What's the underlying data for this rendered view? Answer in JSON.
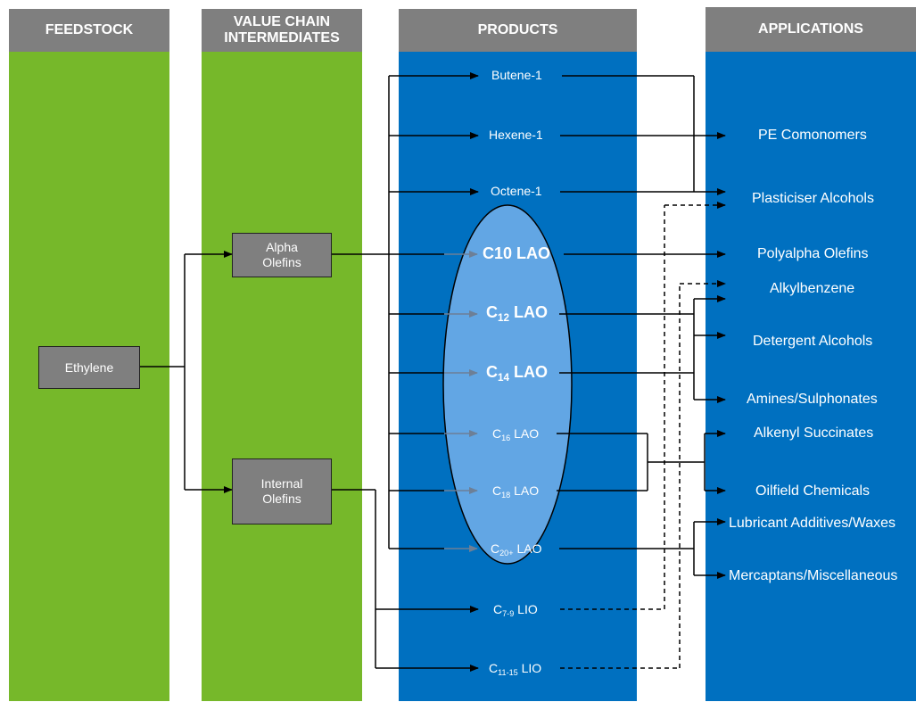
{
  "headers": {
    "feedstock": "FEEDSTOCK",
    "intermediates_line1": "VALUE CHAIN",
    "intermediates_line2": "INTERMEDIATES",
    "products": "PRODUCTS",
    "applications": "APPLICATIONS"
  },
  "feedstock": {
    "ethylene": "Ethylene"
  },
  "intermediates": {
    "alpha_line1": "Alpha",
    "alpha_line2": "Olefins",
    "internal_line1": "Internal",
    "internal_line2": "Olefins"
  },
  "products": {
    "butene": "Butene-1",
    "hexene": "Hexene-1",
    "octene": "Octene-1",
    "c10": "C10 LAO",
    "c12_main": "C",
    "c12_sub": "12",
    "c12_rest": " LAO",
    "c14_main": "C",
    "c14_sub": "14",
    "c14_rest": " LAO",
    "c16_main": "C",
    "c16_sub": "16",
    "c16_rest": " LAO",
    "c18_main": "C",
    "c18_sub": "18",
    "c18_rest": " LAO",
    "c20_main": "C",
    "c20_sub": "20+",
    "c20_rest": " LAO",
    "c79_main": "C",
    "c79_sub": "7-9",
    "c79_rest": " LIO",
    "c1115_main": "C",
    "c1115_sub": "11-15",
    "c1115_rest": " LIO"
  },
  "applications": {
    "pe": "PE Comonomers",
    "plasticiser": "Plasticiser Alcohols",
    "polyalpha": "Polyalpha  Olefins",
    "alkylbenzene": "Alkylbenzene",
    "detergent": "Detergent Alcohols",
    "amines": "Amines/Sulphonates",
    "alkenyl": "Alkenyl  Succinates",
    "oilfield": "Oilfield Chemicals",
    "lubricant": "Lubricant Additives/Waxes",
    "mercaptans": "Mercaptans/Miscellaneous"
  },
  "colors": {
    "header": "#7f7f7f",
    "green": "#76b82a",
    "blue": "#0070c0",
    "ellipse": "#62a6e4",
    "box": "#7f7f7f"
  }
}
